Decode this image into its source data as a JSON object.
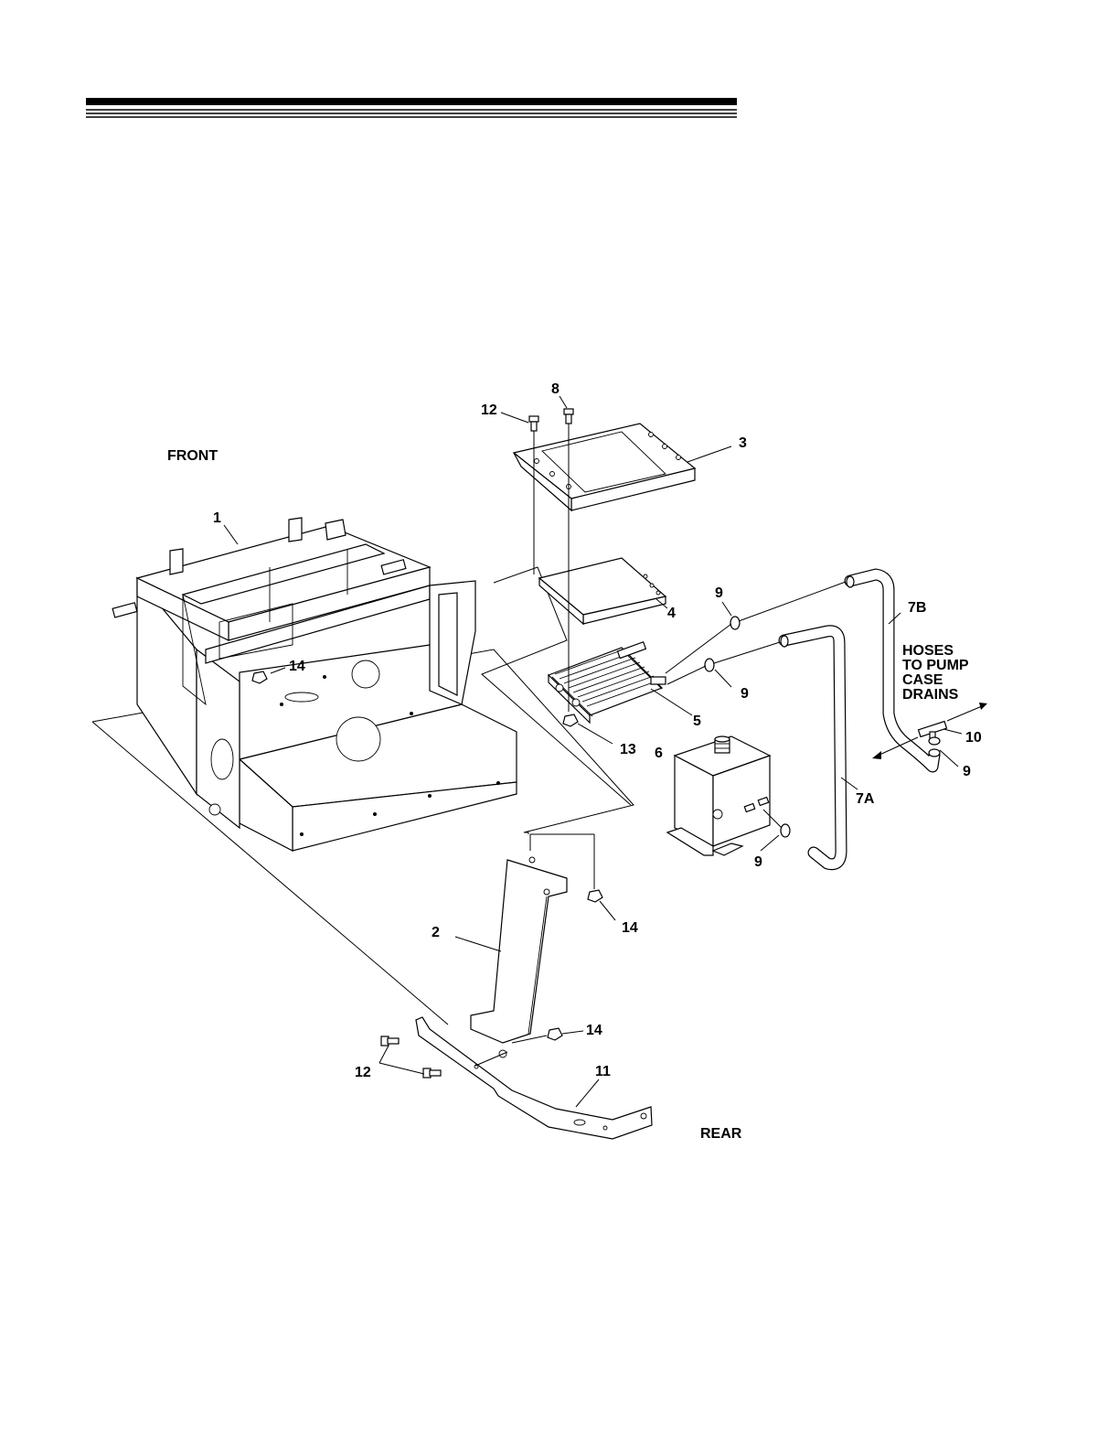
{
  "directions": {
    "front": "FRONT",
    "rear": "REAR"
  },
  "note": {
    "line1": "HOSES",
    "line2": "TO PUMP",
    "line3": "CASE",
    "line4": "DRAINS"
  },
  "callouts": {
    "frame": "1",
    "bracket": "2",
    "mount_plate": "3",
    "spacer_plate": "4",
    "oil_cooler": "5",
    "reservoir": "6",
    "hose_7a": "7A",
    "hose_7b": "7B",
    "bolt_8": "8",
    "clamp_top": "9",
    "clamp_mid": "9",
    "clamp_right": "9",
    "clamp_bottom": "9",
    "tee_fitting": "10",
    "rear_bar": "11",
    "bolt_12_top": "12",
    "bolt_12_bottom": "12",
    "nut_13": "13",
    "nut_14_frame": "14",
    "nut_14_bracket": "14",
    "nut_14_lower": "14"
  }
}
